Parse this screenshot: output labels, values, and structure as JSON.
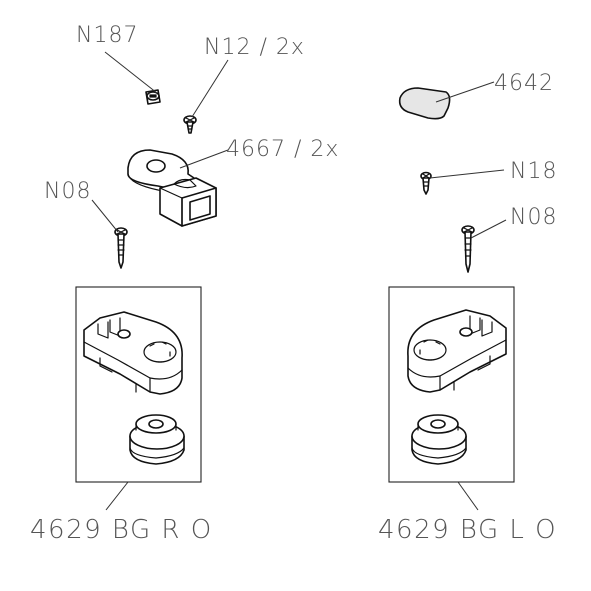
{
  "labels": {
    "n187": "N187",
    "n12": "N12 / 2x",
    "p4667": "4667 / 2x",
    "n08_left": "N08",
    "p4642": "4642",
    "n18": "N18",
    "n08_right": "N08",
    "kit_right": "4629 BG R O",
    "kit_left": "4629 BG L O"
  }
}
